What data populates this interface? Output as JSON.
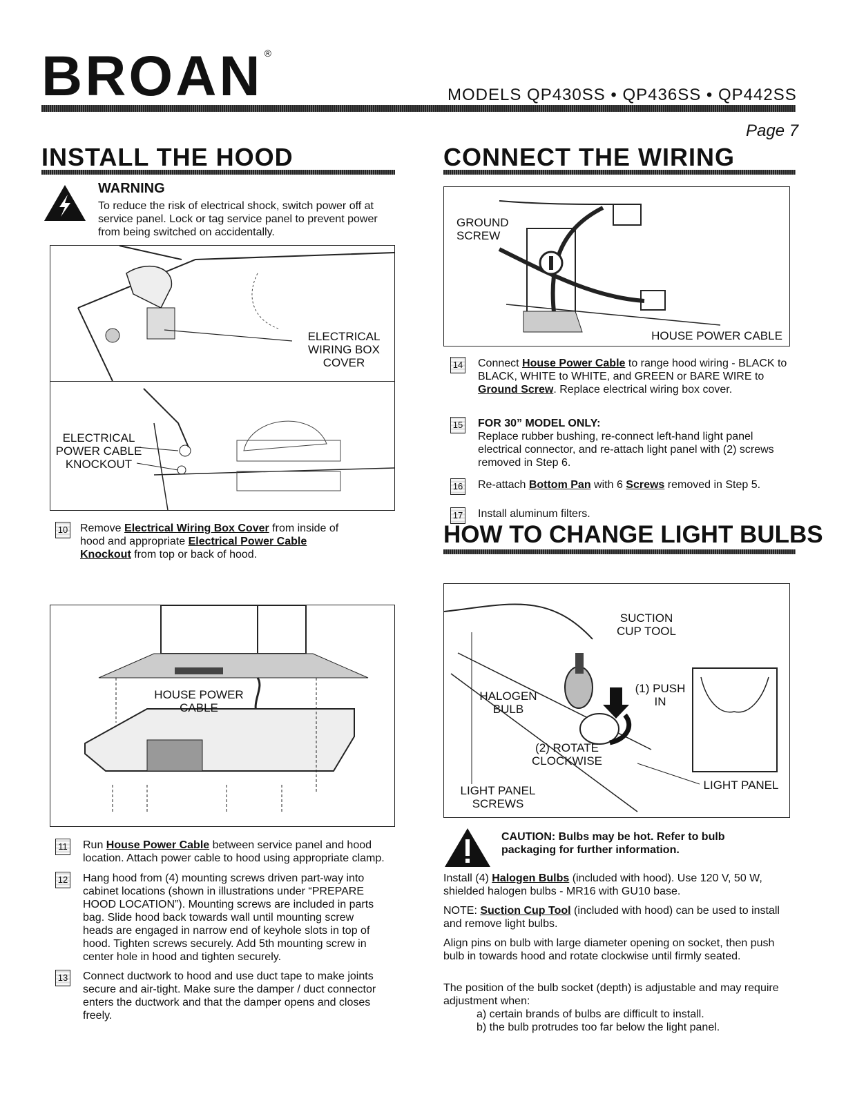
{
  "header": {
    "logo": "BROAN",
    "reg": "®",
    "models": "MODELS  QP430SS • QP436SS • QP442SS",
    "page": "Page 7"
  },
  "install": {
    "title": "INSTALL THE HOOD",
    "warning_title": "WARNING",
    "warning_text": "To reduce the risk of electrical shock, switch power off at service panel. Lock or tag service panel to prevent power from being switched on accidentally.",
    "fig1_label": "ELECTRICAL WIRING BOX COVER",
    "fig2_label": "ELECTRICAL POWER CABLE KNOCKOUT",
    "fig3_label": "HOUSE POWER CABLE",
    "s10": {
      "num": "10",
      "a": "Remove ",
      "b": "Electrical Wiring Box Cover",
      "c": " from inside of hood and appropriate ",
      "d": "Electrical Power Cable Knockout",
      "e": " from top or back of hood."
    },
    "s11": {
      "num": "11",
      "a": "Run ",
      "b": "House Power Cable",
      "c": " between service panel and hood location. Attach power cable to hood using appropriate clamp."
    },
    "s12": {
      "num": "12",
      "text": "Hang hood from (4) mounting screws driven part-way into cabinet locations (shown in illustrations under “PREPARE HOOD LOCATION”). Mounting screws are included in parts bag. Slide hood back towards wall until mounting screw heads are engaged in narrow end of keyhole slots in top of hood. Tighten screws securely. Add 5th mounting screw in center hole in hood and tighten securely."
    },
    "s13": {
      "num": "13",
      "text": "Connect ductwork to hood and use duct tape to make joints secure and air-tight. Make sure the damper / duct connector enters the ductwork and that the damper opens and closes freely."
    }
  },
  "wiring": {
    "title": "CONNECT THE WIRING",
    "ground_label": "GROUND SCREW",
    "cable_label": "HOUSE POWER CABLE",
    "s14": {
      "num": "14",
      "a": "Connect ",
      "b": "House Power Cable",
      "c": " to range hood wiring - BLACK to BLACK, WHITE to WHITE, and GREEN or BARE WIRE to ",
      "d": "Ground Screw",
      "e": ". Replace electrical wiring box cover."
    },
    "s15": {
      "num": "15",
      "head": "FOR 30” MODEL ONLY:",
      "text": "Replace rubber bushing, re-connect left-hand light panel electrical connector, and re-attach light panel with (2) screws removed in Step 6."
    },
    "s16": {
      "num": "16",
      "a": "Re-attach ",
      "b": "Bottom Pan",
      "c": " with 6 ",
      "d": "Screws",
      "e": " removed in Step 5."
    },
    "s17": {
      "num": "17",
      "text": "Install aluminum filters."
    }
  },
  "bulbs": {
    "title": "HOW TO CHANGE LIGHT BULBS",
    "suction_label": "SUCTION CUP TOOL",
    "halogen_label": "HALOGEN BULB",
    "push_label": "(1) PUSH IN",
    "rotate_label": "(2) ROTATE CLOCKWISE",
    "screws_label": "LIGHT PANEL SCREWS",
    "panel_label": "LIGHT PANEL",
    "caution": "CAUTION: Bulbs may be hot. Refer to bulb packaging for further information.",
    "p1": {
      "a": "Install (4) ",
      "b": "Halogen Bulbs",
      "c": " (included with hood). Use 120 V, 50 W, shielded halogen bulbs - MR16 with GU10 base."
    },
    "p2": {
      "a": "NOTE: ",
      "b": "Suction Cup Tool",
      "c": " (included with hood) can be used to install and remove light bulbs."
    },
    "p3": "Align pins on bulb with large diameter opening on socket, then push bulb in towards hood and rotate clockwise until firmly seated.",
    "p4": "The position of the bulb socket (depth) is adjustable and may require adjustment when:",
    "p4a": "a) certain brands of bulbs are difficult to install.",
    "p4b": "b) the bulb protrudes too far below the light panel."
  }
}
